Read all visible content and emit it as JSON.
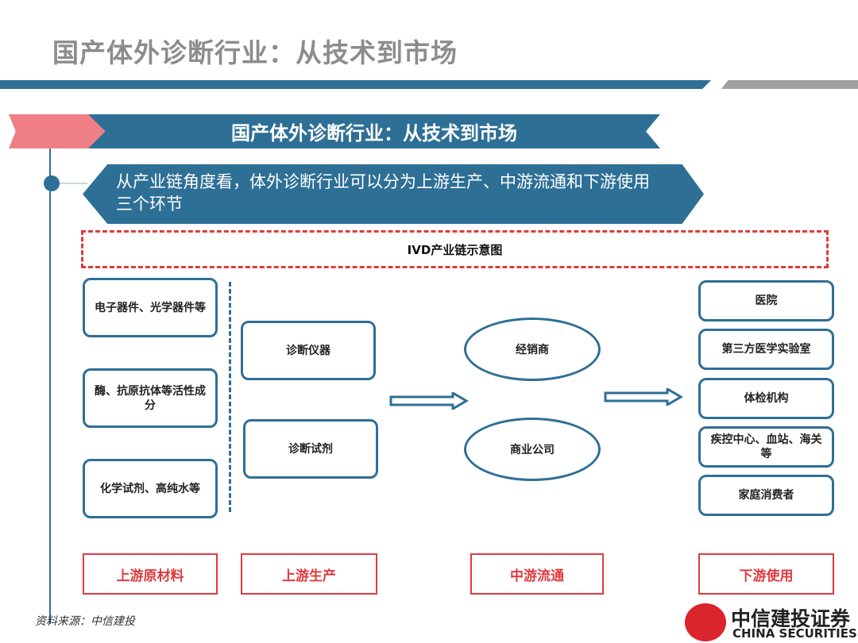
{
  "title": "国产体外诊断行业：从技术到市场",
  "banner": "国产体外诊断行业：从技术到市场",
  "callout": "从产业链角度看，体外诊断行业可以分为上游生产、中游流通和下游使用三个环节",
  "diagram": {
    "title": "IVD产业链示意图",
    "raw_materials": [
      "电子器件、光学器件等",
      "酶、抗原抗体等活性成分",
      "化学试剂、高纯水等"
    ],
    "production": [
      "诊断仪器",
      "诊断试剂"
    ],
    "distribution": [
      "经销商",
      "商业公司"
    ],
    "users": [
      "医院",
      "第三方医学实验室",
      "体检机构",
      "疾控中心、血站、海关等",
      "家庭消费者"
    ],
    "stages": [
      "上游原材料",
      "上游生产",
      "中游流通",
      "下游使用"
    ]
  },
  "source": "资料来源：中信建投",
  "logo": {
    "cn": "中信建投证券",
    "en": "CHINA SECURITIES"
  },
  "colors": {
    "blue": "#2e6f96",
    "red": "#e03a3e",
    "pink": "#ef7f84"
  }
}
